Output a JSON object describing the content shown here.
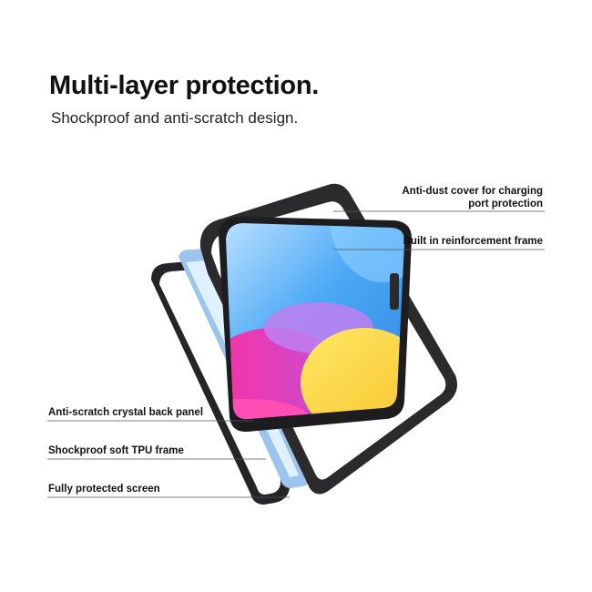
{
  "header": {
    "title": "Multi-layer protection.",
    "subtitle": "Shockproof and anti-scratch design."
  },
  "callouts": {
    "dust_cover_line1": "Anti-dust cover for charging",
    "dust_cover_line2": "port protection",
    "reinforcement_frame": "Built in reinforcement frame",
    "back_panel": "Anti-scratch crystal back panel",
    "tpu_frame": "Shockproof soft TPU frame",
    "screen": "Fully protected screen"
  },
  "colors": {
    "frame": "#2b2b2e",
    "tablet_body": "#9cc4ec",
    "leader_line": "#555555"
  }
}
